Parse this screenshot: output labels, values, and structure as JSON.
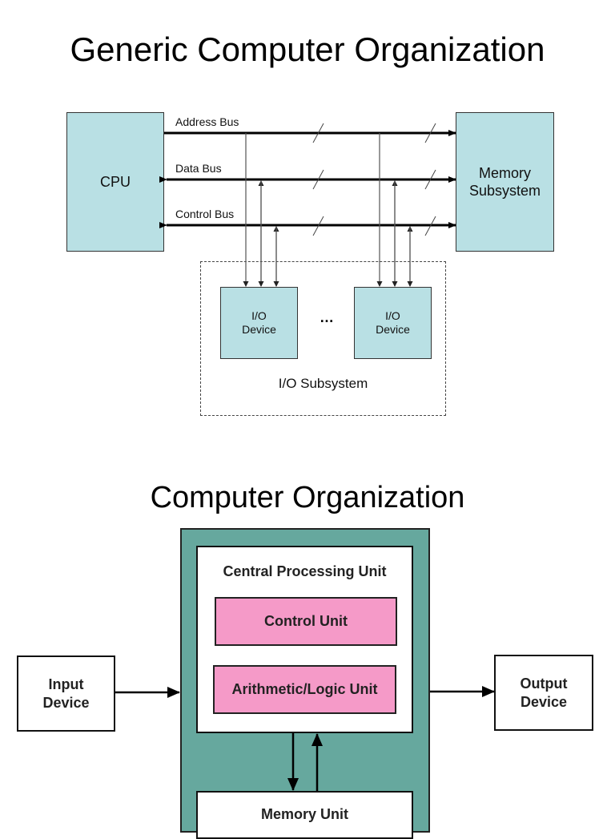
{
  "diagram1": {
    "title": "Generic Computer Organization",
    "cpu_label": "CPU",
    "memory_label_line1": "Memory",
    "memory_label_line2": "Subsystem",
    "buses": [
      {
        "label": "Address Bus",
        "direction": "cpu-to-memory"
      },
      {
        "label": "Data Bus",
        "direction": "bidirectional"
      },
      {
        "label": "Control Bus",
        "direction": "bidirectional"
      }
    ],
    "io_devices": [
      {
        "line1": "I/O",
        "line2": "Device"
      },
      {
        "line1": "I/O",
        "line2": "Device"
      }
    ],
    "ellipsis": "…",
    "io_subsystem_label": "I/O Subsystem",
    "colors": {
      "box_fill": "#b9e0e4"
    }
  },
  "diagram2": {
    "title": "Computer Organization",
    "cpu_label": "Central Processing Unit",
    "control_unit_label": "Control Unit",
    "alu_label": "Arithmetic/Logic Unit",
    "input_line1": "Input",
    "input_line2": "Device",
    "output_line1": "Output",
    "output_line2": "Device",
    "memory_unit_label": "Memory Unit",
    "colors": {
      "outer_fill": "#66a89e",
      "unit_fill": "#f59ac8"
    }
  }
}
